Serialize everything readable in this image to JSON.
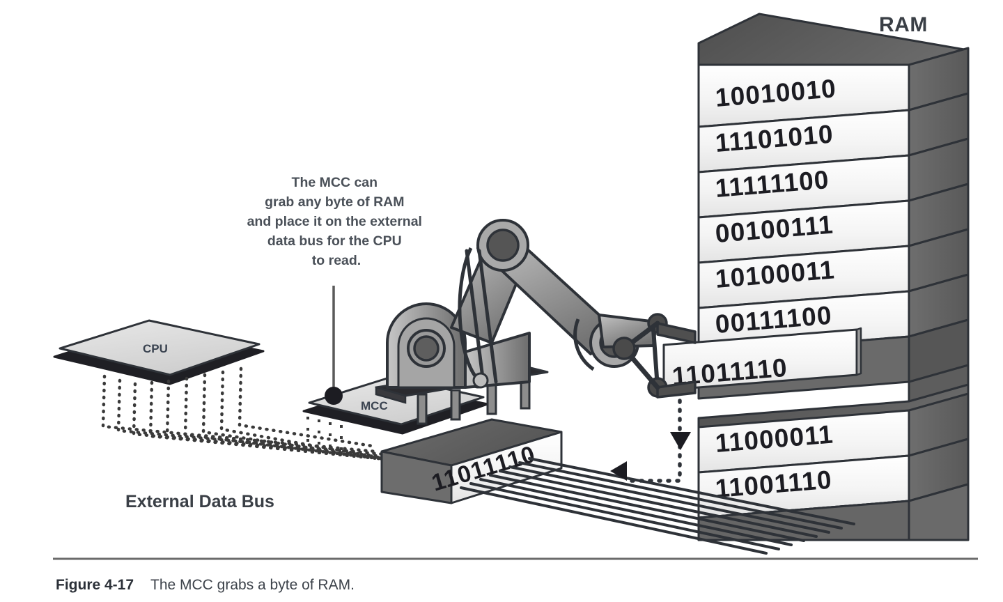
{
  "figure": {
    "label": "Figure 4-17",
    "caption": "The MCC grabs a byte of RAM."
  },
  "labels": {
    "ram": "RAM",
    "cpu": "CPU",
    "mcc": "MCC",
    "external_data_bus": "External Data Bus"
  },
  "annotation": {
    "lines": [
      "The MCC can",
      "grab any byte of RAM",
      "and place it on the external",
      "data bus for the CPU",
      "to read."
    ]
  },
  "ram": {
    "title": "RAM",
    "bytes": [
      "10010010",
      "11101010",
      "11111100",
      "00100111",
      "10100011",
      "00111100",
      "11011110",
      "11000011",
      "11001110"
    ],
    "grabbed_index": 6,
    "grabbed_byte": "11011110"
  },
  "bus": {
    "byte_on_bus": "11011110",
    "wire_count": 8
  },
  "colors": {
    "ink": "#2e3238",
    "slab_face": "#f2f2f2",
    "slab_side": "#6a6a6a",
    "slab_top": "#4a4a4a",
    "robot_light": "#b9b9b9",
    "robot_mid": "#8f8f8f",
    "robot_dark": "#5a5a5a",
    "chip_face": "#d8d8d8",
    "chip_edge": "#1f1f24",
    "bus_block_face": "#f2f2f2",
    "bus_block_top": "#5f5f5f",
    "text": "#2b2b33"
  },
  "icons": {
    "arrow_down": "arrow-down-icon",
    "arrow_left": "arrow-left-icon",
    "leader_dot": "leader-dot-icon"
  }
}
